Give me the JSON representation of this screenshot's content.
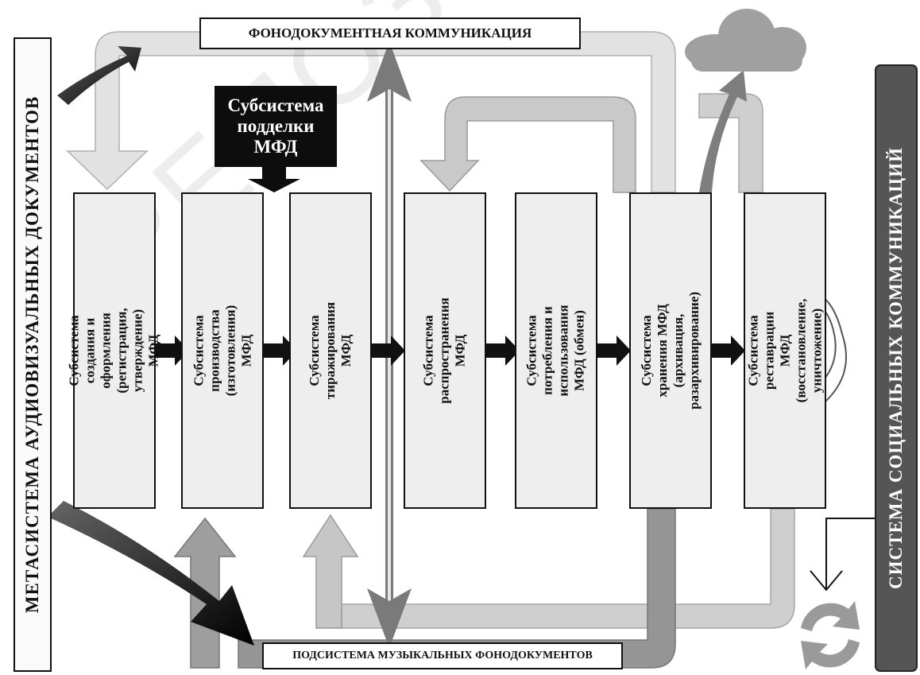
{
  "header": {
    "top_label": "ФОНОДОКУМЕНТНАЯ КОММУНИКАЦИЯ"
  },
  "footer": {
    "bottom_label": "ПОДСИСТЕМА МУЗЫКАЛЬНЫХ ФОНОДОКУМЕНТОВ"
  },
  "left_panel": {
    "label": "МЕТАСИСТЕМА АУДИОВИЗУАЛЬНЫХ ДОКУМЕНТОВ"
  },
  "right_panel": {
    "label": "СИСТЕМА СОЦИАЛЬНЫХ КОММУНИКАЦИЙ"
  },
  "forgery": {
    "line1": "Субсистема",
    "line2": "подделки",
    "line3": "МФД"
  },
  "subsystems": [
    {
      "line1": "Субсистема создания и оформления",
      "line2": "(регистрация, утверждение) МФД"
    },
    {
      "line1": "Субсистема производства",
      "line2": "(изготовления) МФД"
    },
    {
      "line1": "Субсистема тиражирования МФД",
      "line2": ""
    },
    {
      "line1": "Субсистема распространения МФД",
      "line2": ""
    },
    {
      "line1": "Субсистема потребления и",
      "line2": "использования МФД (обмен)"
    },
    {
      "line1": "Субсистема хранения МФД",
      "line2": "(архивация, разархивирование)"
    },
    {
      "line1": "Субсистема реставрации МФД",
      "line2": "(восстановление, уничтожение)"
    }
  ],
  "watermark": "РЕПОЗИТОРИЙ",
  "colors": {
    "light_arrow": "#dcdcdc",
    "mid_arrow": "#a9a9a9",
    "dark_arrow": "#8c8c8c",
    "black": "#0d0d0d"
  },
  "icons": [
    "cloud-icon",
    "refresh-icon"
  ]
}
